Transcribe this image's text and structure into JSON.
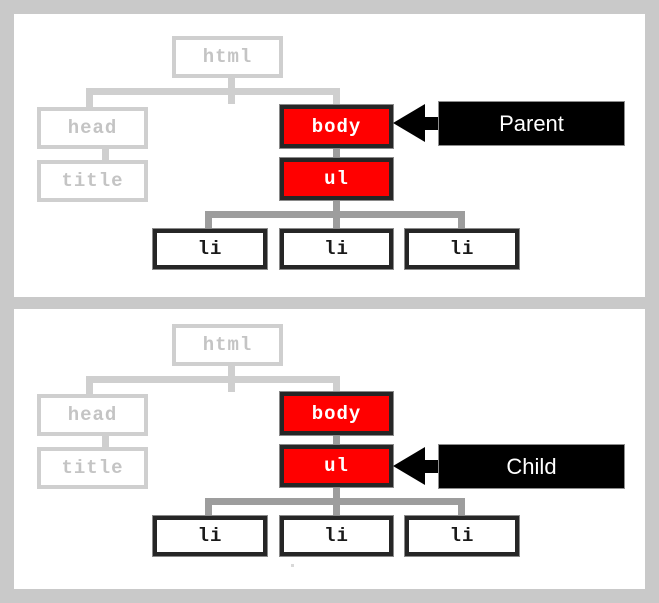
{
  "meta": {
    "title": "DOM tree parent and child relationship diagram",
    "background_color": "#c9c9c9",
    "panel_color": "#ffffff"
  },
  "colors": {
    "highlight_red": "#ff0000",
    "faded_gray": "#cfcfcf",
    "faded_text": "#c4c4c4",
    "connector_light": "#cfcfcf",
    "connector_mid": "#9d9d9d",
    "node_border_dark": "#262626",
    "callout_bg": "#000000",
    "callout_text": "#ffffff"
  },
  "panels": [
    {
      "id": "panel-parent",
      "name": "parent-diagram",
      "nodes": {
        "html": "html",
        "head": "head",
        "title": "title",
        "body": "body",
        "ul": "ul",
        "li1": "li",
        "li2": "li",
        "li3": "li"
      },
      "highlighted_nodes": [
        "body",
        "ul"
      ],
      "callout": {
        "label": "Parent",
        "points_to": "body"
      }
    },
    {
      "id": "panel-child",
      "name": "child-diagram",
      "nodes": {
        "html": "html",
        "head": "head",
        "title": "title",
        "body": "body",
        "ul": "ul",
        "li1": "li",
        "li2": "li",
        "li3": "li"
      },
      "highlighted_nodes": [
        "body",
        "ul"
      ],
      "callout": {
        "label": "Child",
        "points_to": "ul"
      }
    }
  ]
}
